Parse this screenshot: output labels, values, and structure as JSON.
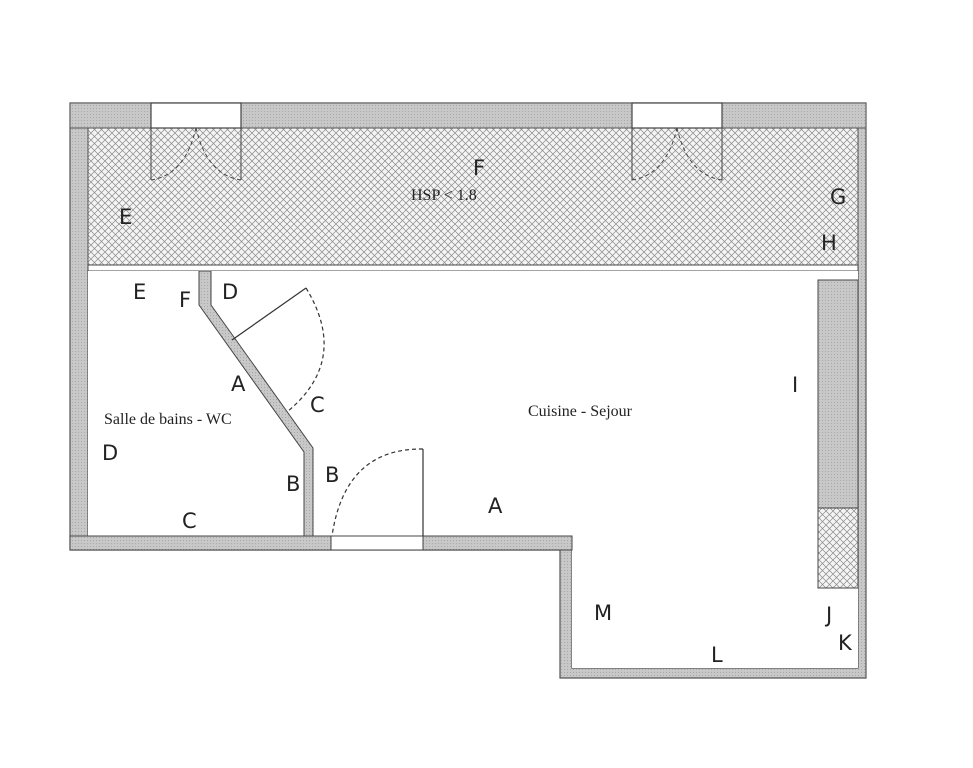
{
  "rooms": {
    "attic": "HSP < 1.8",
    "bathroom": "Salle de bains - WC",
    "living": "Cuisine - Sejour"
  },
  "wall_labels": {
    "attic_e": "E",
    "attic_f": "F",
    "attic_g": "G",
    "attic_h": "H",
    "bath_e": "E",
    "bath_f": "F",
    "bath_a": "A",
    "bath_d": "D",
    "bath_c": "C",
    "bath_b": "B",
    "living_d": "D",
    "living_c": "C",
    "living_b": "B",
    "living_a": "A",
    "living_i": "I",
    "living_j": "J",
    "living_k": "K",
    "living_l": "L",
    "living_m": "M"
  },
  "colors": {
    "wall": "#c4c4c4",
    "wall_dark": "#9a9a9a",
    "line": "#333333",
    "hatch": "#8a8a8a"
  }
}
